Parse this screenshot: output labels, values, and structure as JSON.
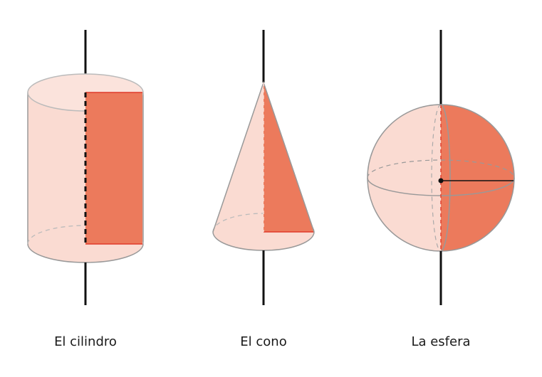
{
  "figures": [
    {
      "id": "cylinder",
      "label": "El cilindro"
    },
    {
      "id": "cone",
      "label": "El cono"
    },
    {
      "id": "sphere",
      "label": "La esfera"
    }
  ],
  "colors": {
    "light_fill": "#fadbd2",
    "dark_fill": "#ec7a5c",
    "outline": "#999999",
    "axis": "#111111",
    "highlight_edge": "#e03a2a"
  }
}
